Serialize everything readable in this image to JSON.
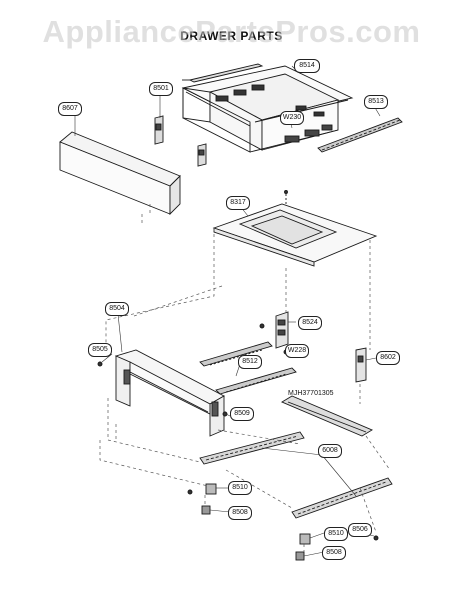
{
  "watermark": "AppliancePartsPros.com",
  "title": "DRAWER PARTS",
  "model_code": "MJH37701305",
  "callouts": {
    "c8514": "8514",
    "c8501": "8501",
    "c8513": "8513",
    "c8607": "8607",
    "cW230": "W230",
    "c8317": "8317",
    "c8504": "8504",
    "c8524": "8524",
    "c8505": "8505",
    "cW228": "W228",
    "c8602": "8602",
    "c8512": "8512",
    "c8509": "8509",
    "c6008": "6008",
    "c8510a": "8510",
    "c8508a": "8508",
    "c8510b": "8510",
    "c8506": "8506",
    "c8508b": "8508"
  }
}
